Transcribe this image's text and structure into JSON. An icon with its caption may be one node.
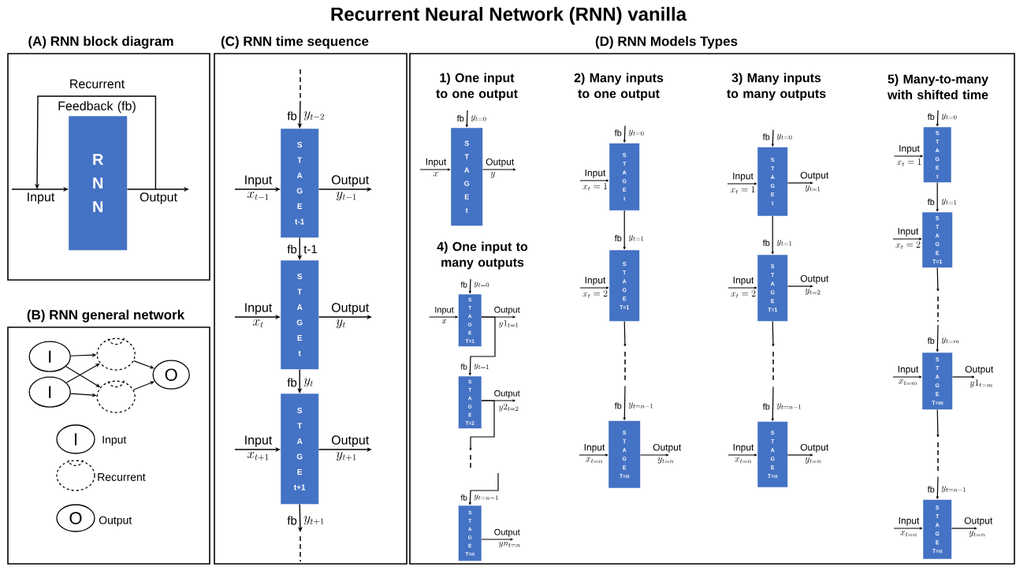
{
  "diagram": {
    "title": "Recurrent Neural Network (RNN) vanilla",
    "nodes": [
      {
        "text": [
          "(A) RNN block diagram"
        ]
      },
      {
        "text": [
          "R N N"
        ],
        "in": 0
      },
      {
        "text": [
          "(B) RNN general network"
        ]
      },
      {
        "text": [
          "I"
        ],
        "in": 2
      },
      {
        "text": [
          "I"
        ],
        "in": 2
      },
      {
        "text": [],
        "shape": "circle",
        "in": 2
      },
      {
        "text": [],
        "shape": "circle",
        "in": 2
      },
      {
        "text": [
          "O"
        ],
        "in": 2
      },
      {
        "text": [
          "(C) RNN time sequence"
        ]
      },
      {
        "text": [
          "S T A G E t-1"
        ],
        "in": 8,
        "beside": [
          "y_{t-2}",
          "x_{t-1}",
          "y_{t-1}"
        ]
      },
      {
        "text": [
          "S T A G E t"
        ],
        "in": 8,
        "beside": [
          "t-1",
          "x_{t}",
          "y_{t}"
        ]
      },
      {
        "text": [
          "S T A G E t+1"
        ],
        "in": 8,
        "beside": [
          "y_{t}",
          "x_{t+1}",
          "y_{t+1}",
          "y_{t+1}"
        ]
      },
      {
        "text": [
          "(D) RNN Models Types"
        ]
      },
      {
        "text": [
          "S T A G E t"
        ],
        "in": 12,
        "beside": [
          "y_{t=0}",
          "x",
          "y"
        ]
      },
      {
        "text": [
          "S T A G E T=1"
        ],
        "in": 12,
        "beside": [
          "y_{t=0}",
          "x",
          "y1_{t=1}"
        ]
      },
      {
        "text": [
          "S T A G E T=2"
        ],
        "in": 12,
        "beside": [
          "y_{t=1}",
          "y2_{t=2}"
        ]
      },
      {
        "text": [
          "S T A G E T=n"
        ],
        "in": 12,
        "beside": [
          "y_{t=n-1}",
          "yn_{t=n}"
        ]
      },
      {
        "text": [
          "S T A G E t"
        ],
        "in": 12,
        "beside": [
          "y_{t=0}",
          "x_{t}=1"
        ]
      },
      {
        "text": [
          "S T A G E T=1"
        ],
        "in": 12,
        "beside": [
          "y_{t=1}",
          "x_{t}=2"
        ]
      },
      {
        "text": [
          "S T A G E T=n"
        ],
        "in": 12,
        "beside": [
          "y_{t=n-1}",
          "x_{t=n}",
          "y_{t=n}"
        ]
      },
      {
        "text": [
          "S T A G E t"
        ],
        "in": 12,
        "beside": [
          "y_{t=0}",
          "x_{t}=1",
          "y_{t=1}"
        ]
      },
      {
        "text": [
          "S T A G E T=1"
        ],
        "in": 12,
        "beside": [
          "y_{t=1}",
          "x_{t}=2",
          "y_{t=2}"
        ]
      },
      {
        "text": [
          "S T A G E T=n"
        ],
        "in": 12,
        "beside": [
          "y_{t=n-1}",
          "x_{t=n}",
          "y_{t=n}"
        ]
      },
      {
        "text": [
          "S T A G E t"
        ],
        "in": 12,
        "beside": [
          "y_{t=0}",
          "x_{t}=1"
        ]
      },
      {
        "text": [
          "S T A G E T=1"
        ],
        "in": 12,
        "beside": [
          "y_{t=1}",
          "x_{t}=2"
        ]
      },
      {
        "text": [
          "S T A G E T=m"
        ],
        "in": 12,
        "beside": [
          "y_{t=m}",
          "x_{t=m}",
          "y1_{t=m}"
        ]
      },
      {
        "text": [
          "S T A G E T=n"
        ],
        "in": 12,
        "beside": [
          "y_{t=n-1}",
          "x_{t=n}",
          "y_{t=n}"
        ]
      }
    ],
    "edges": [
      {
        "from": null,
        "to": 1,
        "arrow": "to",
        "label": "Input"
      },
      {
        "from": 1,
        "to": null,
        "arrow": "to",
        "label": "Output"
      },
      {
        "from": 1,
        "to": 1,
        "arrow": "to",
        "label": "Recurrent Feedback (fb)"
      },
      {
        "from": 3,
        "to": 5,
        "arrow": "to"
      },
      {
        "from": 3,
        "to": 6,
        "arrow": "to"
      },
      {
        "from": 4,
        "to": 5,
        "arrow": "to"
      },
      {
        "from": 4,
        "to": 6,
        "arrow": "to"
      },
      {
        "from": 5,
        "to": 7,
        "arrow": "to"
      },
      {
        "from": 6,
        "to": 7,
        "arrow": "to"
      },
      {
        "from": null,
        "to": 9,
        "arrow": "to",
        "label": "fb"
      },
      {
        "from": null,
        "to": 9,
        "arrow": "to",
        "label": "Input"
      },
      {
        "from": 9,
        "to": null,
        "arrow": "to",
        "label": "Output"
      },
      {
        "from": 9,
        "to": 10,
        "arrow": "to",
        "label": "fb"
      },
      {
        "from": null,
        "to": 10,
        "arrow": "to",
        "label": "Input"
      },
      {
        "from": 10,
        "to": null,
        "arrow": "to",
        "label": "Output"
      },
      {
        "from": 10,
        "to": 11,
        "arrow": "to",
        "label": "fb"
      },
      {
        "from": null,
        "to": 11,
        "arrow": "to",
        "label": "Input"
      },
      {
        "from": 11,
        "to": null,
        "arrow": "to",
        "label": "Output"
      },
      {
        "from": 11,
        "to": null,
        "arrow": "to",
        "label": "fb"
      },
      {
        "from": null,
        "to": 13,
        "arrow": "to",
        "label": "fb"
      },
      {
        "from": null,
        "to": 13,
        "arrow": "to",
        "label": "Input"
      },
      {
        "from": 13,
        "to": null,
        "arrow": "to",
        "label": "Output"
      },
      {
        "from": null,
        "to": 14,
        "arrow": "to",
        "label": "fb"
      },
      {
        "from": null,
        "to": 14,
        "arrow": "to",
        "label": "Input"
      },
      {
        "from": 14,
        "to": null,
        "arrow": "to",
        "label": "Output"
      },
      {
        "from": 14,
        "to": 15,
        "arrow": "to",
        "label": "fb"
      },
      {
        "from": 15,
        "to": null,
        "arrow": "to",
        "label": "Output"
      },
      {
        "from": 15,
        "to": null,
        "arrow": "to"
      },
      {
        "from": null,
        "to": 16,
        "arrow": "to",
        "label": "fb"
      },
      {
        "from": 16,
        "to": null,
        "arrow": "to",
        "label": "Output"
      },
      {
        "from": null,
        "to": 17,
        "arrow": "to",
        "label": "fb"
      },
      {
        "from": null,
        "to": 17,
        "arrow": "to",
        "label": "Input"
      },
      {
        "from": 17,
        "to": 18,
        "arrow": "to",
        "label": "fb"
      },
      {
        "from": null,
        "to": 18,
        "arrow": "to",
        "label": "Input"
      },
      {
        "from": 18,
        "to": null,
        "arrow": "to"
      },
      {
        "from": null,
        "to": 19,
        "arrow": "to",
        "label": "fb"
      },
      {
        "from": null,
        "to": 19,
        "arrow": "to",
        "label": "Input"
      },
      {
        "from": 19,
        "to": null,
        "arrow": "to",
        "label": "Output"
      },
      {
        "from": null,
        "to": 20,
        "arrow": "to",
        "label": "fb"
      },
      {
        "from": null,
        "to": 20,
        "arrow": "to",
        "label": "Input"
      },
      {
        "from": 20,
        "to": null,
        "arrow": "to",
        "label": "Output"
      },
      {
        "from": 20,
        "to": 21,
        "arrow": "to",
        "label": "fb"
      },
      {
        "from": null,
        "to": 21,
        "arrow": "to",
        "label": "Input"
      },
      {
        "from": 21,
        "to": null,
        "arrow": "to",
        "label": "Output"
      },
      {
        "from": 21,
        "to": null,
        "arrow": "to"
      },
      {
        "from": null,
        "to": 22,
        "arrow": "to",
        "label": "fb"
      },
      {
        "from": null,
        "to": 22,
        "arrow": "to",
        "label": "Input"
      },
      {
        "from": 22,
        "to": null,
        "arrow": "to",
        "label": "Output"
      },
      {
        "from": null,
        "to": 23,
        "arrow": "to",
        "label": "fb"
      },
      {
        "from": null,
        "to": 23,
        "arrow": "to",
        "label": "Input"
      },
      {
        "from": 23,
        "to": 24,
        "arrow": "to",
        "label": "fb"
      },
      {
        "from": null,
        "to": 24,
        "arrow": "to",
        "label": "Input"
      },
      {
        "from": 24,
        "to": null,
        "arrow": "to"
      },
      {
        "from": null,
        "to": 25,
        "arrow": "to",
        "label": "fb"
      },
      {
        "from": null,
        "to": 25,
        "arrow": "to",
        "label": "Input"
      },
      {
        "from": 25,
        "to": null,
        "arrow": "to",
        "label": "Output"
      },
      {
        "from": 25,
        "to": null,
        "arrow": "to"
      },
      {
        "from": null,
        "to": 26,
        "arrow": "to",
        "label": "fb"
      },
      {
        "from": null,
        "to": 26,
        "arrow": "to",
        "label": "Input"
      },
      {
        "from": 26,
        "to": null,
        "arrow": "to",
        "label": "Output"
      }
    ],
    "labels": [
      "1) One input to one output",
      "2) Many inputs to one output",
      "3) Many inputs to many outputs",
      "4) One input to many outputs",
      "5) Many-to-many with shifted time",
      "I",
      "O"
    ],
    "legend": [
      {
        "text": "Input"
      },
      {
        "text": "Recurrent"
      },
      {
        "text": "Output"
      }
    ]
  }
}
